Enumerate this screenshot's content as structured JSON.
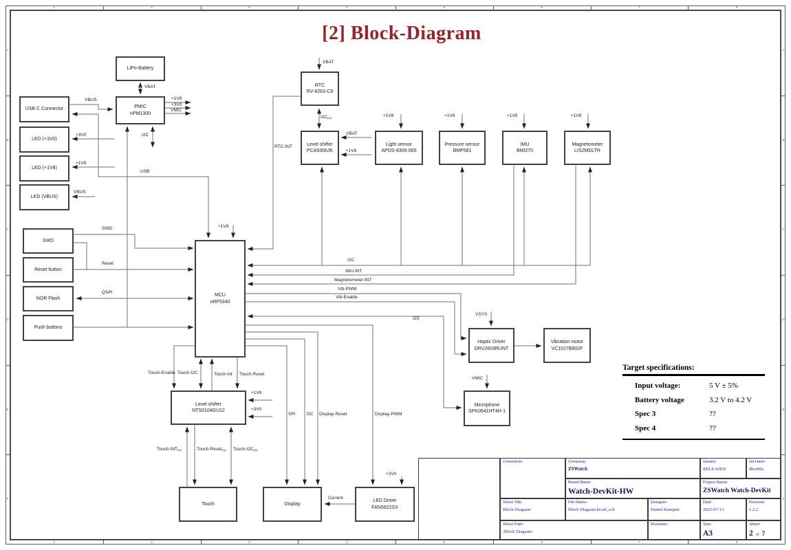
{
  "title": "[2] Block-Diagram",
  "frame": {
    "cols": [
      "1",
      "2",
      "3",
      "4",
      "5",
      "6",
      "7",
      "8"
    ],
    "rows": [
      "A",
      "B",
      "C",
      "D",
      "E",
      "F"
    ]
  },
  "colors": {
    "title_red": "#9c2127",
    "titleblock_blue": "#2323c8",
    "value_navy": "#10106a"
  },
  "blocks": {
    "lipo_battery": {
      "l1": "LiPo-Battery"
    },
    "pmic": {
      "l1": "PMIC",
      "l2": "nPM1300"
    },
    "usb_c": {
      "l1": "USB C Connector"
    },
    "led_3v0": {
      "l1": "LED (+3V0)"
    },
    "led_1v8": {
      "l1": "LED (+1V8)"
    },
    "led_vbus": {
      "l1": "LED (VBUS)"
    },
    "swd": {
      "l1": "SWD"
    },
    "reset_button": {
      "l1": "Reset button"
    },
    "nor_flash": {
      "l1": "NOR Flash"
    },
    "push_buttons": {
      "l1": "Push buttons"
    },
    "mcu": {
      "l1": "MCU",
      "l2": "nRF5340"
    },
    "rtc": {
      "l1": "RTC",
      "l2": "RV-8263-C8"
    },
    "level_shifter_rtc": {
      "l1": "Level shifter",
      "l2": "PCA9306JK"
    },
    "light_sensor": {
      "l1": "Light sensor",
      "l2": "APDS-9306-065"
    },
    "pressure_sensor": {
      "l1": "Pressure sensor",
      "l2": "BMP581"
    },
    "imu": {
      "l1": "IMU",
      "l2": "BMI270"
    },
    "magnetometer": {
      "l1": "Magnetometer",
      "l2": "LIS2MDLTR"
    },
    "haptic_driver": {
      "l1": "Haptic Driver",
      "l2": "DRV2603RUNT"
    },
    "vibration_motor": {
      "l1": "Vibration motor",
      "l2": "VC1027B902F"
    },
    "microphone": {
      "l1": "Microphone",
      "l2": "SPK0641HT4H-1"
    },
    "level_shifter_touch": {
      "l1": "Level shifter",
      "l2": "NTS0104GU12"
    },
    "touch": {
      "l1": "Touch"
    },
    "display": {
      "l1": "Display"
    },
    "led_driver": {
      "l1": "LED Driver",
      "l2": "FAN5622SX"
    }
  },
  "net_labels": {
    "vbat_lipo": {
      "text": "VBAT"
    },
    "vbus_usb": {
      "text": "VBUS"
    },
    "p1v8_pmic": {
      "text": "+1V8"
    },
    "p3v0_pmic": {
      "text": "+3V0"
    },
    "vmic_pmic": {
      "text": "VMIC"
    },
    "i2c_pmic": {
      "text": "I2C"
    },
    "p3v0_led": {
      "text": "+3V0"
    },
    "p1v8_led": {
      "text": "+1V8"
    },
    "vbus_led": {
      "text": "VBUS"
    },
    "usb": {
      "text": "USB"
    },
    "swd": {
      "text": "SWD"
    },
    "reset": {
      "text": "Reset"
    },
    "qspi": {
      "text": "QSPI"
    },
    "p1v8_mcu": {
      "text": "+1V8"
    },
    "vbat_rtc": {
      "text": "VBAT"
    },
    "i2c_hv": {
      "text": "I2C",
      "sub": "HV"
    },
    "rtc_int": {
      "text": "RTC-INT"
    },
    "vbat_pca": {
      "text": "VBAT"
    },
    "p1v8_pca": {
      "text": "+1V8"
    },
    "p1v8_light": {
      "text": "+1V8"
    },
    "p1v8_press": {
      "text": "+1V8"
    },
    "p1v8_imu": {
      "text": "+1V8"
    },
    "p1v8_mag": {
      "text": "+1V8"
    },
    "i2c_bus": {
      "text": "I2C"
    },
    "imu_int": {
      "text": "IMU-INT"
    },
    "mag_int": {
      "text": "Magnetometer-INT"
    },
    "vib_pwm": {
      "text": "Vib-PWM"
    },
    "vib_enable": {
      "text": "Vib-Enable"
    },
    "i2s": {
      "text": "I2S"
    },
    "vsys": {
      "text": "VSYS"
    },
    "vmic_mic": {
      "text": "VMIC"
    },
    "touch_enable": {
      "text": "Touch-Enable"
    },
    "touch_i2c": {
      "text": "Touch-I2C"
    },
    "touch_int": {
      "text": "Touch-Int"
    },
    "touch_reset": {
      "text": "Touch-Reset"
    },
    "p1v8_nts": {
      "text": "+1V8"
    },
    "p3v0_nts": {
      "text": "+3V0"
    },
    "touch_int_hv": {
      "text": "Touch-INT",
      "sub": "HV"
    },
    "touch_reset_hv": {
      "text": "Touch-Reset",
      "sub": "HV"
    },
    "touch_i2c_hv": {
      "text": "Touch-I2C",
      "sub": "HV"
    },
    "spi": {
      "text": "SPI"
    },
    "dc": {
      "text": "DC"
    },
    "display_reset": {
      "text": "Display-Reset"
    },
    "display_pwm": {
      "text": "Display-PWM"
    },
    "current": {
      "text": "Current"
    },
    "p3v0_drv": {
      "text": "+3V0"
    }
  },
  "specs": {
    "title": "Target specifications:",
    "rows": [
      {
        "label": "Input voltage:",
        "value": "5 V ± 5%"
      },
      {
        "label": "Battery voltage",
        "value": "3.2 V to 4.2 V"
      },
      {
        "label": "Spec 3",
        "value": "??"
      },
      {
        "label": "Spec 4",
        "value": "??"
      }
    ]
  },
  "title_block": {
    "comments_label": "Comments:",
    "company_label": "Company:",
    "company": "ZSWatch",
    "variant_label": "Variant:",
    "variant": "RELEASED",
    "githash_label": "Git Hash:",
    "githash": "dbc49fa",
    "board_label": "Board Name:",
    "board": "Watch-DevKit-HW",
    "project_label": "Project Name:",
    "project": "ZSWatch Watch-DevKit",
    "sheet_title_label": "Sheet Title:",
    "sheet_title": "Block-Diagram",
    "file_label": "File Name:",
    "file": "Block Diagram.kicad_sch",
    "designer_label": "Designer:",
    "designer": "Daniel Kampert",
    "date_label": "Date:",
    "date": "2025-07-13",
    "rev_label": "Revision:",
    "rev": "1.2.2",
    "path_label": "Sheet Path:",
    "path": "/Block Diagram/",
    "reviewer_label": "Reviewer:",
    "size_label": "Size:",
    "size": "A3",
    "sheet_label": "Sheet:",
    "sheet_num": "2",
    "of_word": "of",
    "sheet_total": "7"
  }
}
